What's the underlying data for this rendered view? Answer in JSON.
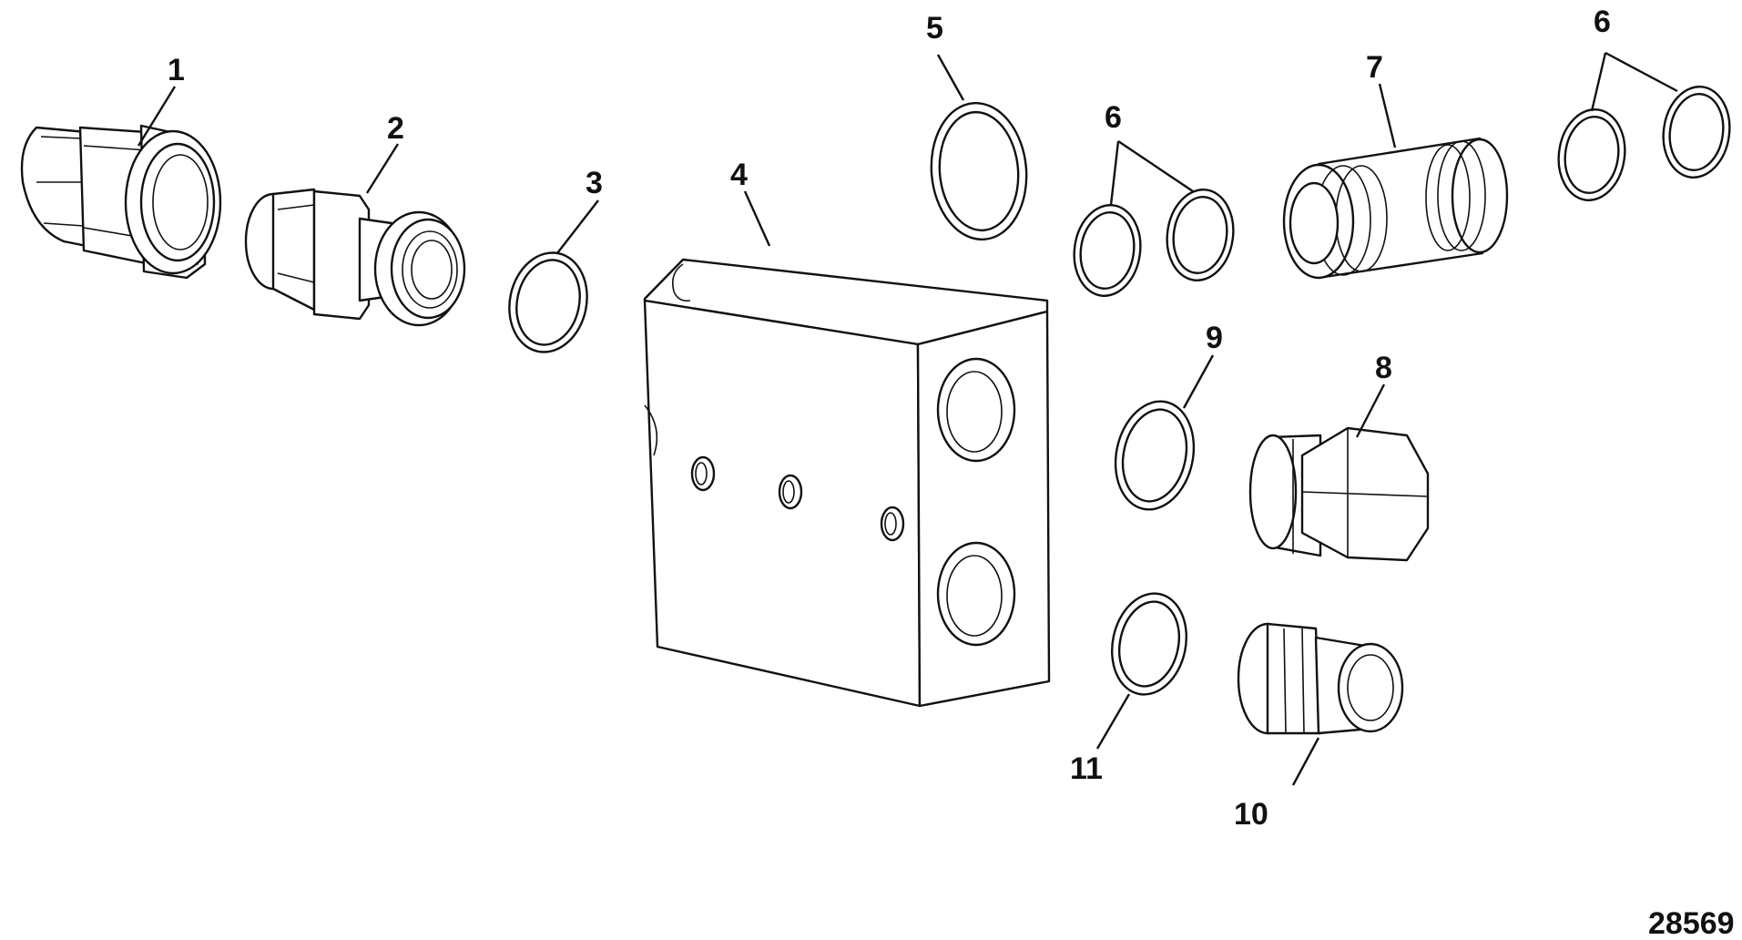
{
  "diagram": {
    "figure_number": "28569",
    "callouts": {
      "c1": "1",
      "c2": "2",
      "c3": "3",
      "c4": "4",
      "c5": "5",
      "c6a": "6",
      "c6b": "6",
      "c7": "7",
      "c8": "8",
      "c9": "9",
      "c10": "10",
      "c11": "11"
    }
  }
}
